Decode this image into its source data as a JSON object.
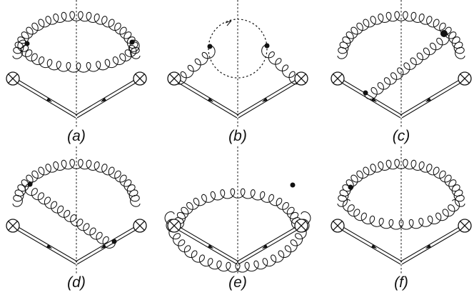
{
  "panels": [
    {
      "id": "a",
      "label": "(a)"
    },
    {
      "id": "b",
      "label": "(b)"
    },
    {
      "id": "c",
      "label": "(c)"
    },
    {
      "id": "d",
      "label": "(d)"
    },
    {
      "id": "e",
      "label": "(e)"
    },
    {
      "id": "f",
      "label": "(f)"
    }
  ],
  "colors": {
    "ink": "#111111",
    "background": "#ffffff"
  }
}
